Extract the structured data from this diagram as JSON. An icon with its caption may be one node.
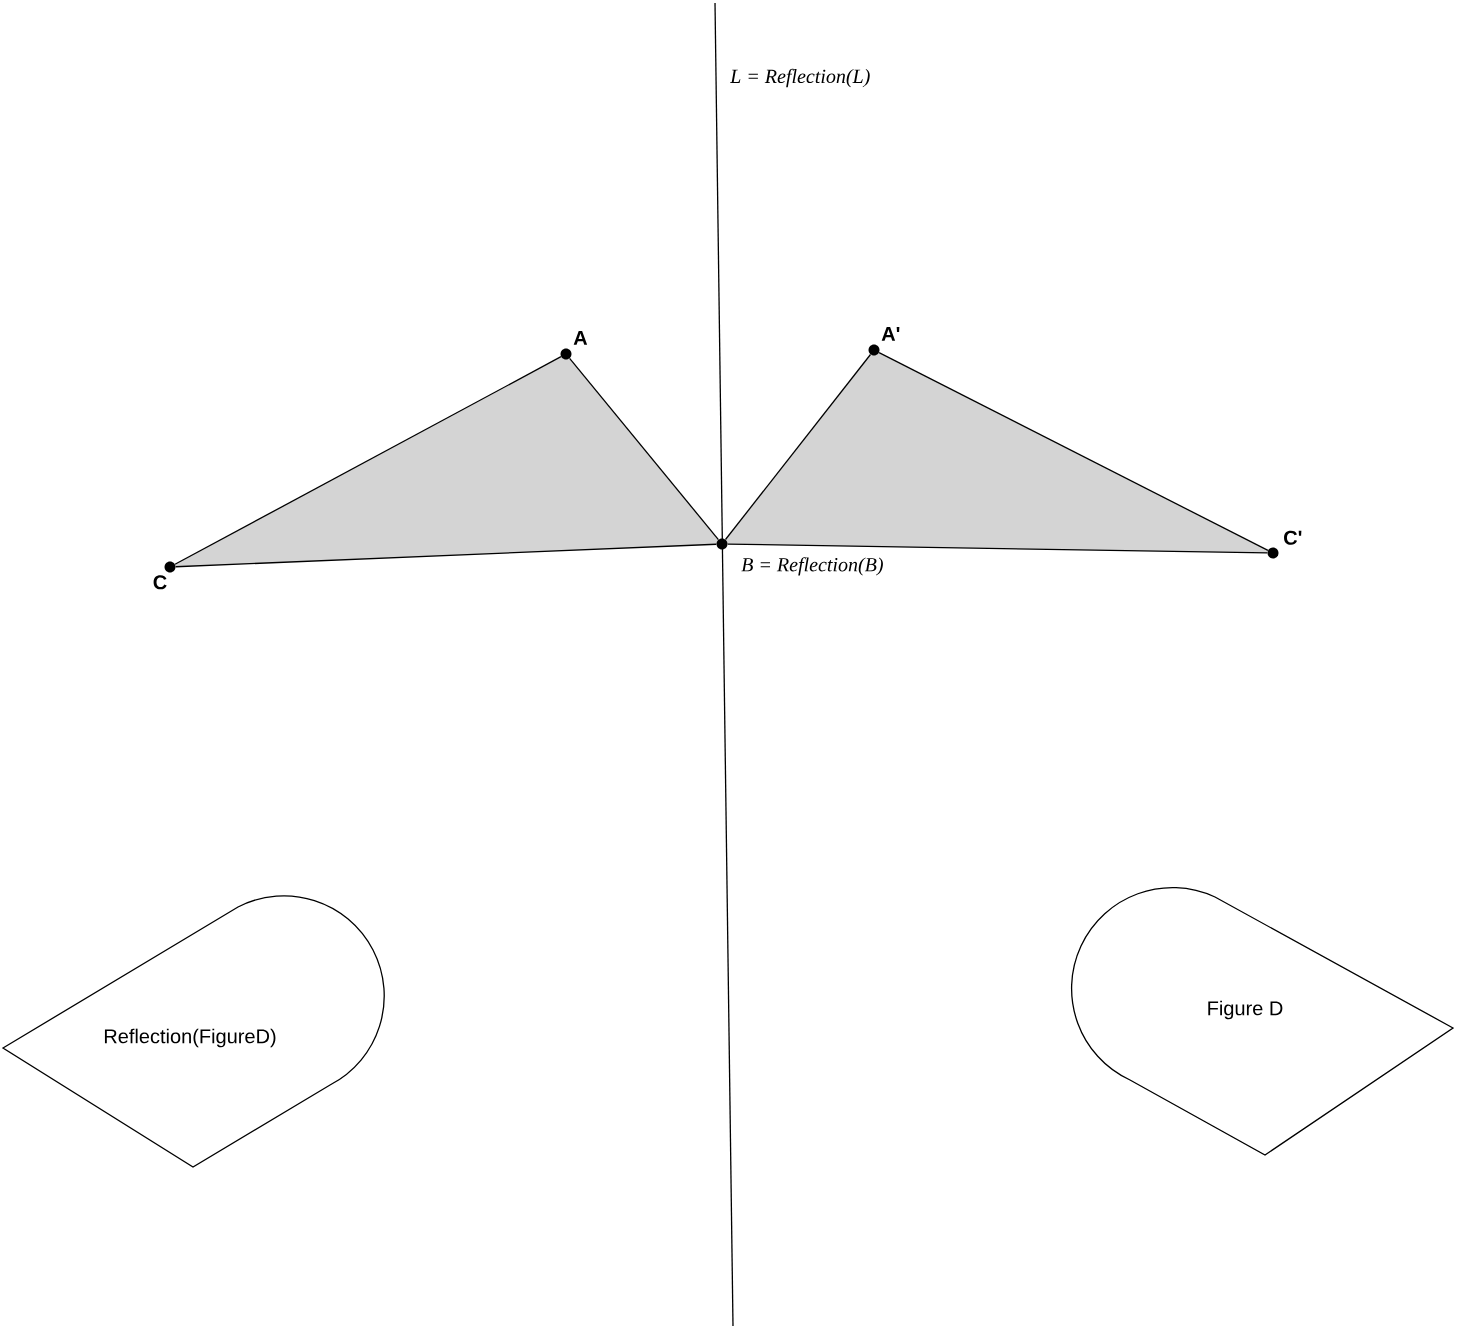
{
  "diagram": {
    "nodes": [
      {
        "text": [],
        "shape": "circle",
        "beside": [
          "A"
        ]
      },
      {
        "text": [],
        "shape": "circle",
        "beside": [
          "A'"
        ]
      },
      {
        "text": [],
        "shape": "circle",
        "beside": [
          "B = Reflection(B)"
        ]
      },
      {
        "text": [],
        "shape": "circle",
        "beside": [
          "C"
        ]
      },
      {
        "text": [],
        "shape": "circle",
        "beside": [
          "C'"
        ]
      },
      {
        "text": [
          "Reflection(FigureD)"
        ]
      },
      {
        "text": [
          "Figure D"
        ]
      }
    ],
    "edges": [
      {
        "from": 3,
        "to": 0,
        "arrow": "none"
      },
      {
        "from": 0,
        "to": 2,
        "arrow": "none"
      },
      {
        "from": 2,
        "to": 3,
        "arrow": "none"
      },
      {
        "from": 2,
        "to": 1,
        "arrow": "none"
      },
      {
        "from": 1,
        "to": 4,
        "arrow": "none"
      },
      {
        "from": 4,
        "to": 2,
        "arrow": "none"
      }
    ],
    "labels": [
      "L = Reflection(L)"
    ]
  }
}
